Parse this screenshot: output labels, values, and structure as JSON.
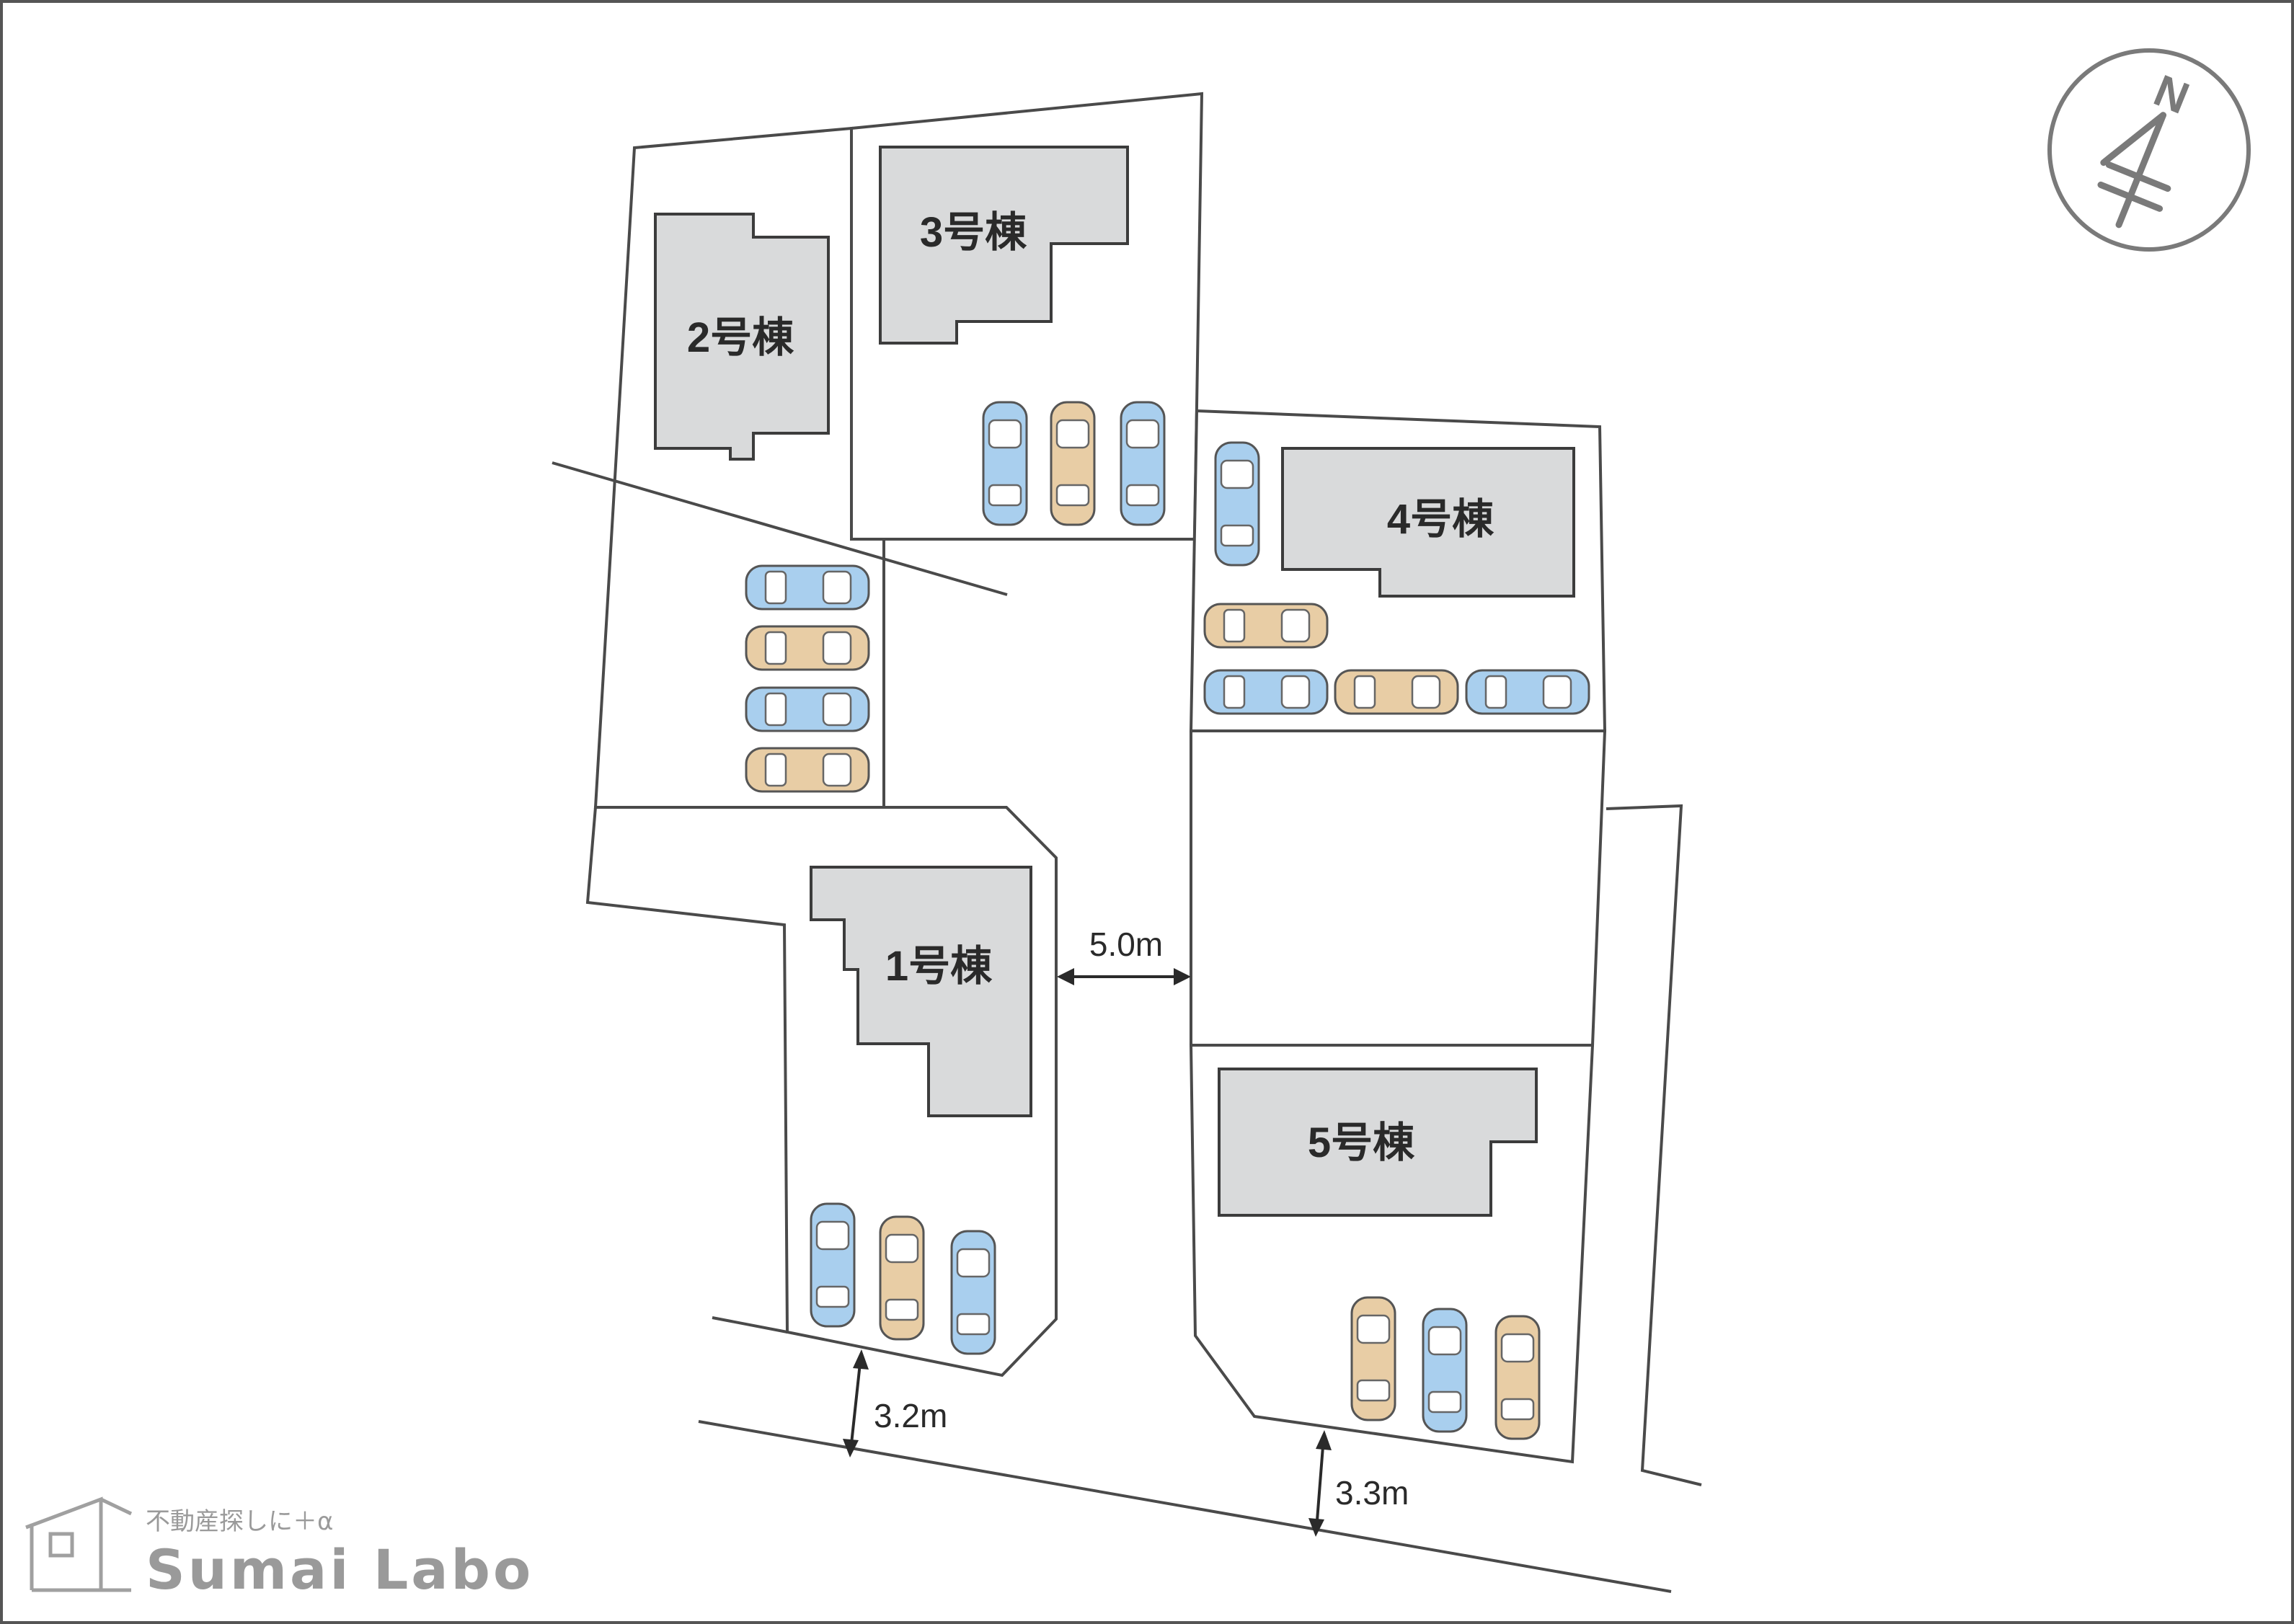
{
  "buildings": [
    {
      "id": "b1",
      "label": "1号棟"
    },
    {
      "id": "b2",
      "label": "2号棟"
    },
    {
      "id": "b3",
      "label": "3号棟"
    },
    {
      "id": "b4",
      "label": "4号棟"
    },
    {
      "id": "b5",
      "label": "5号棟"
    }
  ],
  "dimensions": {
    "road_width": "5.0m",
    "front_road_left": "3.2m",
    "front_road_right": "3.3m"
  },
  "compass": {
    "label": "N"
  },
  "colors": {
    "car_blue": "#a9cfee",
    "car_tan": "#e8cda5",
    "building_fill": "#d9dadb"
  },
  "logo": {
    "tagline": "不動産探しに＋α",
    "name": "Sumai Labo"
  }
}
